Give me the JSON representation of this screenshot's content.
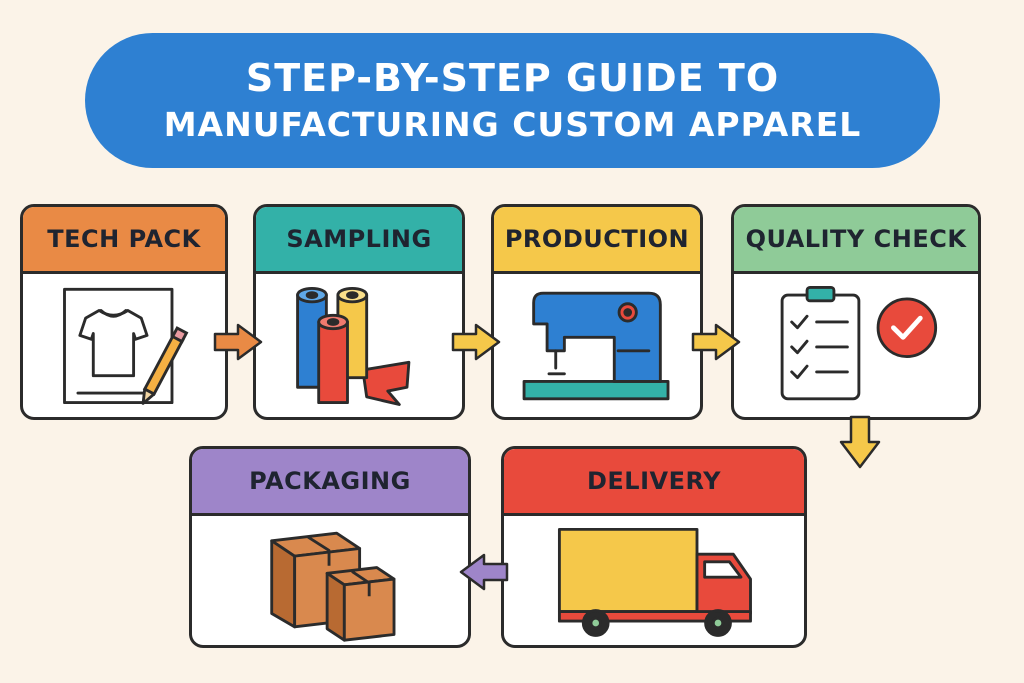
{
  "title": {
    "line1": "STEP-BY-STEP GUIDE TO",
    "line2": "MANUFACTURING CUSTOM APPAREL"
  },
  "steps": [
    {
      "label": "TECH PACK",
      "icon": "tshirt-sketch-icon",
      "color": "#E98A45"
    },
    {
      "label": "SAMPLING",
      "icon": "fabric-rolls-icon",
      "color": "#33B1A8"
    },
    {
      "label": "PRODUCTION",
      "icon": "sewing-machine-icon",
      "color": "#F5C84A"
    },
    {
      "label": "QUALITY CHECK",
      "icon": "checklist-icon",
      "color": "#8FCB98"
    },
    {
      "label": "DELIVERY",
      "icon": "delivery-truck-icon",
      "color": "#E84A3C"
    },
    {
      "label": "PACKAGING",
      "icon": "boxes-icon",
      "color": "#9E85C9"
    }
  ],
  "colors": {
    "banner": "#2E80D2",
    "background": "#FBF3E8",
    "outline": "#2B2B2B"
  }
}
